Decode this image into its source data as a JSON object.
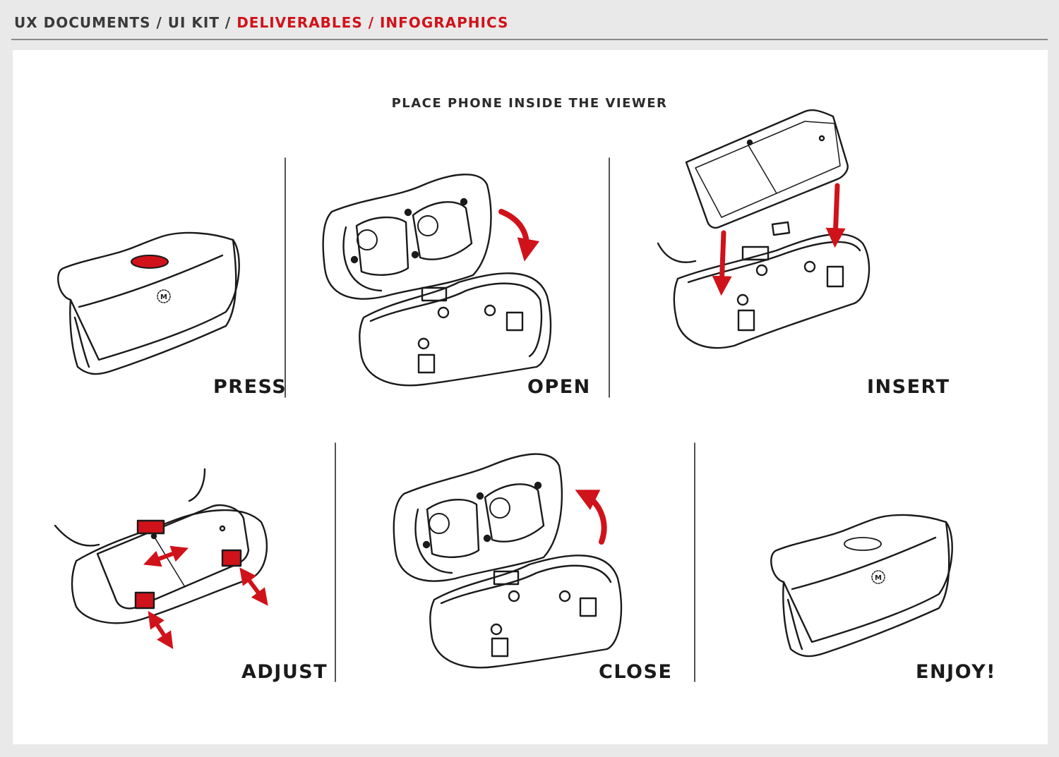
{
  "breadcrumb": {
    "items": [
      {
        "label": "UX DOCUMENTS",
        "active": false
      },
      {
        "label": "UI KIT",
        "active": false
      },
      {
        "label": "DELIVERABLES",
        "active": true
      },
      {
        "label": "INFOGRAPHICS",
        "active": true
      }
    ],
    "separator": " / "
  },
  "heading": "PLACE PHONE INSIDE THE VIEWER",
  "steps": [
    {
      "label": "PRESS"
    },
    {
      "label": "OPEN"
    },
    {
      "label": "INSERT"
    },
    {
      "label": "ADJUST"
    },
    {
      "label": "CLOSE"
    },
    {
      "label": "ENJOY!"
    }
  ],
  "logo_letter": "M",
  "colors": {
    "accent": "#d0121a",
    "ink": "#1a1a1a",
    "text": "#3a3a3a",
    "background": "#e9e9e9",
    "panel": "#ffffff",
    "rule": "#8a8a8a"
  }
}
